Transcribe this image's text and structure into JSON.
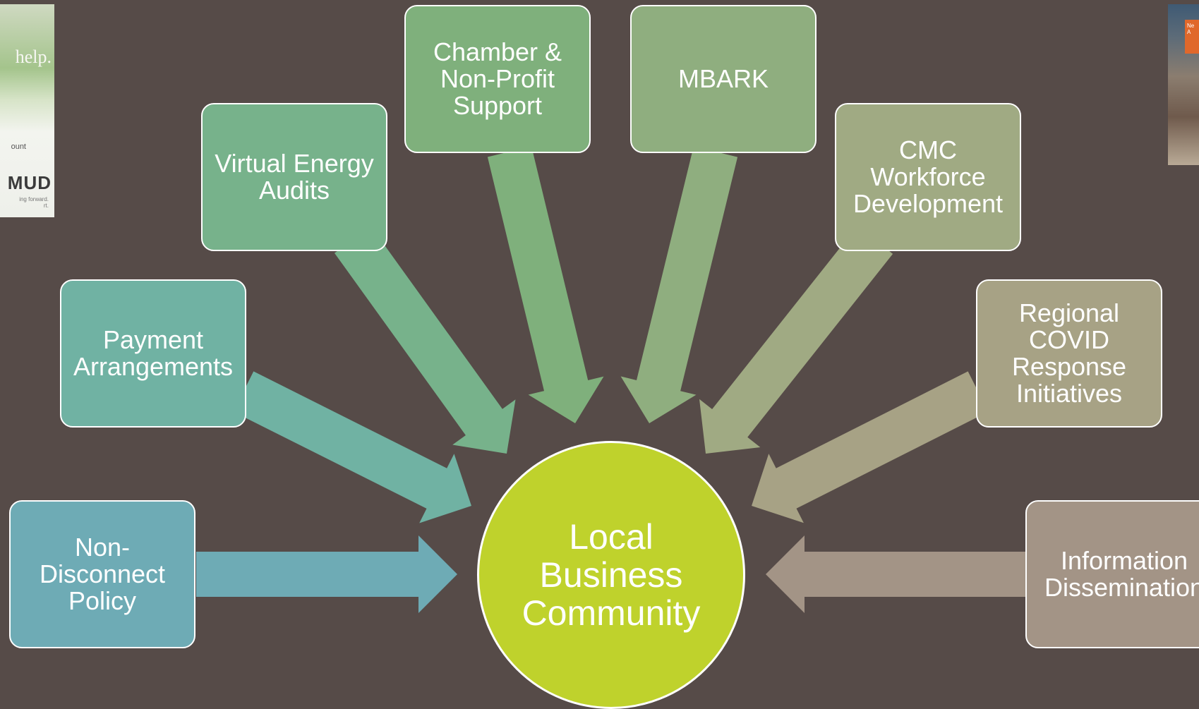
{
  "diagram": {
    "center": {
      "label": "Local\nBusiness\nCommunity",
      "color": "#bfd22c"
    },
    "nodes": [
      {
        "id": "non-disconnect-policy",
        "label": "Non-\nDisconnect\nPolicy",
        "color": "#6eabb5"
      },
      {
        "id": "payment-arrangements",
        "label": "Payment\nArrangements",
        "color": "#70b2a3"
      },
      {
        "id": "virtual-energy-audits",
        "label": "Virtual Energy\nAudits",
        "color": "#77b28b"
      },
      {
        "id": "chamber-non-profit-support",
        "label": "Chamber &\nNon-Profit\nSupport",
        "color": "#7fb07c"
      },
      {
        "id": "mbark",
        "label": "MBARK",
        "color": "#8fae7f"
      },
      {
        "id": "cmc-workforce-development",
        "label": "CMC\nWorkforce\nDevelopment",
        "color": "#a0aa83"
      },
      {
        "id": "regional-covid-response",
        "label": "Regional\nCOVID\nResponse\nInitiatives",
        "color": "#a7a285"
      },
      {
        "id": "information-dissemination",
        "label": "Information\nDissemination",
        "color": "#a39486"
      }
    ]
  },
  "thumbnails": {
    "left": {
      "line1": "help.",
      "line2": "ount",
      "line3": "MUD",
      "line4": "ing forward.\nrt."
    },
    "right": {
      "sign_text": "Ne\nA"
    }
  }
}
